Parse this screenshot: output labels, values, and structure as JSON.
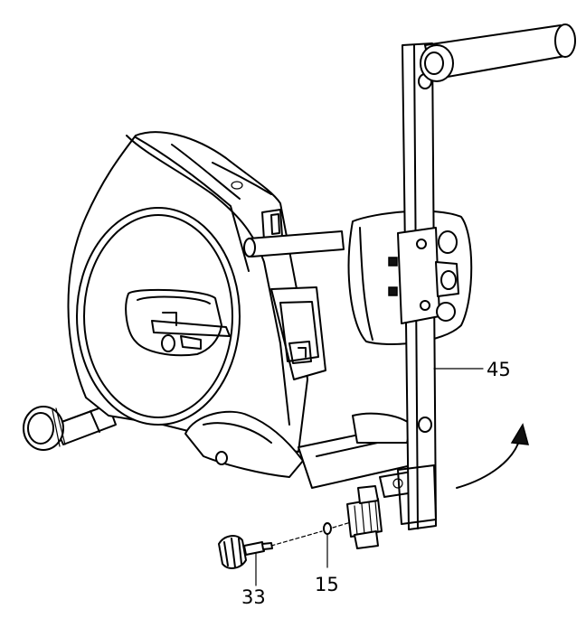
{
  "labels": {
    "part_45": "45",
    "part_15": "15",
    "part_33": "33"
  }
}
